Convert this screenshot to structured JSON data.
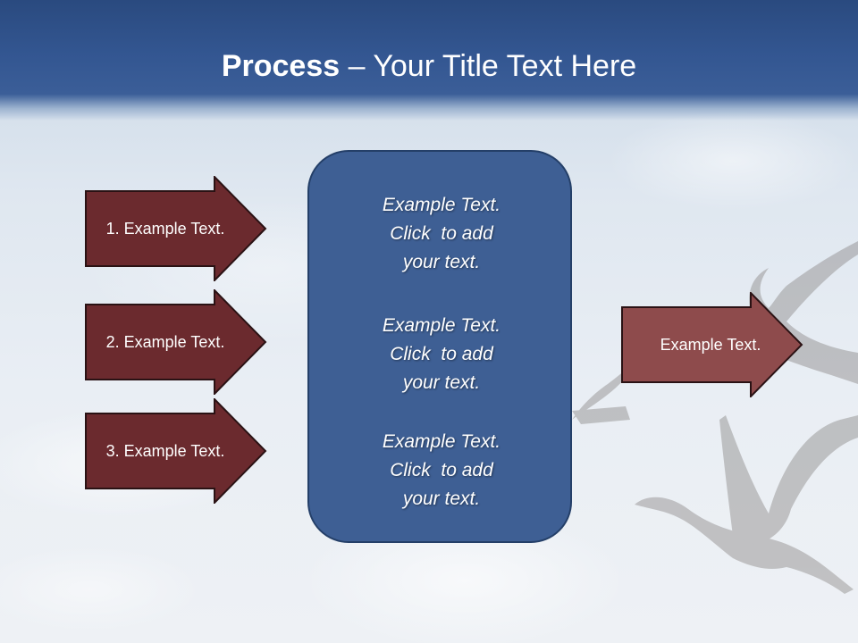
{
  "slide": {
    "title_bold": "Process",
    "title_rest": " – Your Title Text Here"
  },
  "left_arrows": [
    {
      "label": "1. Example Text."
    },
    {
      "label": "2. Example Text."
    },
    {
      "label": "3. Example Text."
    }
  ],
  "center_box": {
    "blocks": [
      {
        "line1": "Example Text.",
        "line2": "Click  to add",
        "line3": "your text."
      },
      {
        "line1": "Example Text.",
        "line2": "Click  to add",
        "line3": "your text."
      },
      {
        "line1": "Example Text.",
        "line2": "Click  to add",
        "line3": "your text."
      }
    ]
  },
  "right_arrow": {
    "label": "Example Text."
  },
  "colors": {
    "title_bar": "#335691",
    "left_arrow_fill": "#6b2a2e",
    "right_arrow_fill": "#8e4b4c",
    "center_box_fill": "#3e5f94"
  }
}
